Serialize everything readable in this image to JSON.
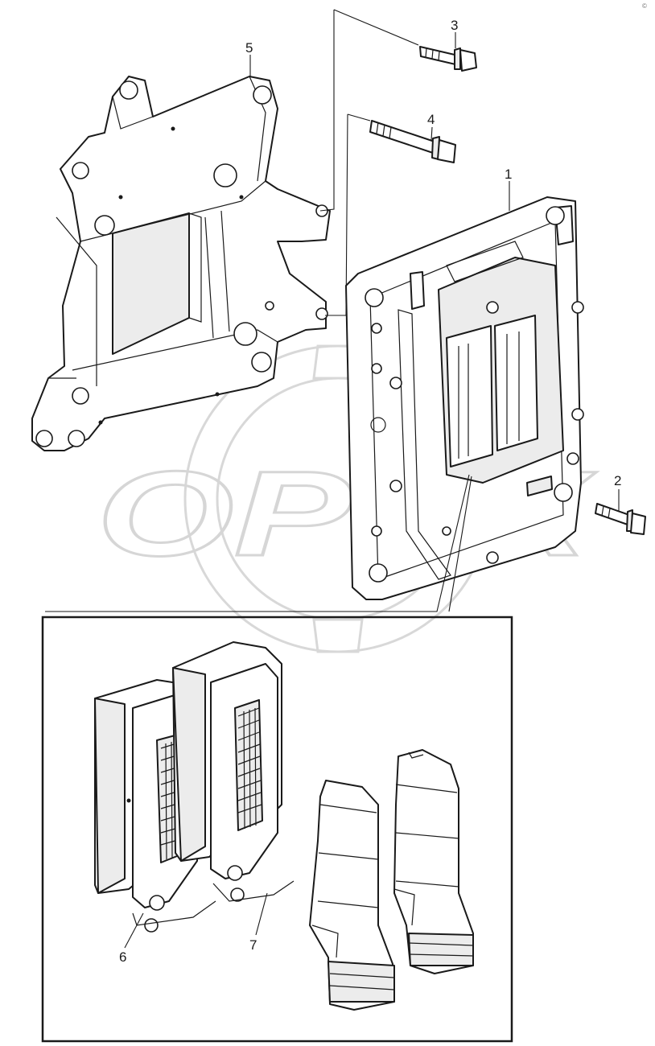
{
  "watermark": {
    "text": "OPEX",
    "corner_mark": "©"
  },
  "callouts": {
    "c1": "1",
    "c2": "2",
    "c3": "3",
    "c4": "4",
    "c5": "5",
    "c6": "6",
    "c7": "7"
  },
  "icons": {
    "ecu": "engine-control-unit",
    "bracket": "mounting-bracket",
    "bolts": "flange-bolt",
    "connectors": "wiring-connector",
    "caps": "protective-cap"
  }
}
